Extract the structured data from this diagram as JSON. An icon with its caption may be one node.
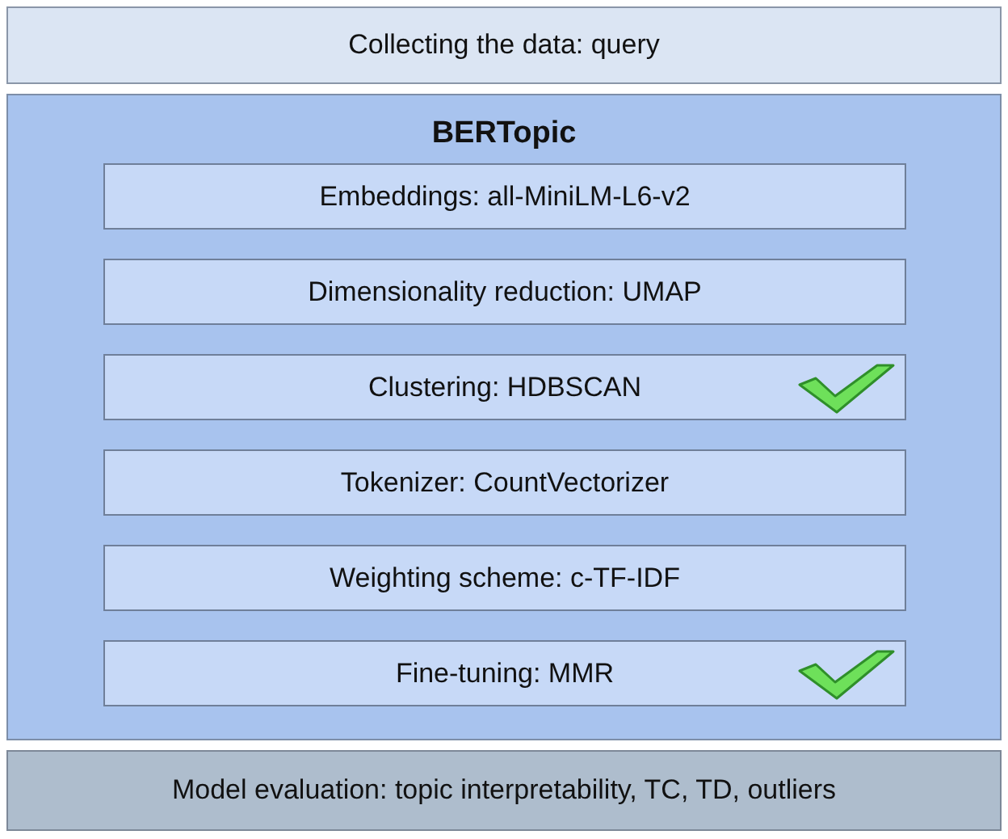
{
  "diagram": {
    "nodes": [
      {
        "text": [
          "Collecting the data: query"
        ]
      },
      {
        "text": [
          "BERTopic"
        ]
      },
      {
        "text": [
          "Embeddings: all-MiniLM-L6-v2"
        ],
        "in": 1
      },
      {
        "text": [
          "Dimensionality reduction: UMAP"
        ],
        "in": 1
      },
      {
        "text": [
          "Clustering: HDBSCAN"
        ],
        "in": 1
      },
      {
        "text": [
          "Tokenizer: CountVectorizer"
        ],
        "in": 1
      },
      {
        "text": [
          "Weighting scheme: c-TF-IDF"
        ],
        "in": 1
      },
      {
        "text": [
          "Fine-tuning: MMR"
        ],
        "in": 1
      },
      {
        "text": [
          "Model evaluation: topic interpretability, TC, TD, outliers"
        ]
      }
    ]
  }
}
